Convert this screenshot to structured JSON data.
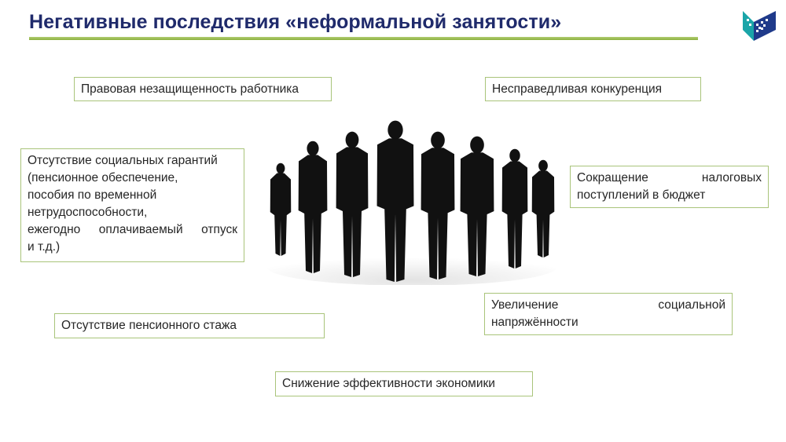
{
  "slide": {
    "title": "Негативные последствия «неформальной занятости»"
  },
  "boxes": {
    "legal_insecurity": "Правовая незащищенность работника",
    "unfair_competition": "Несправедливая конкуренция",
    "no_social_guarantees": {
      "lines": [
        "Отсутствие социальных гарантий",
        "(пенсионное обеспечение,",
        "пособия по временной",
        "нетрудоспособности,",
        "ежегодно оплачиваемый отпуск",
        "и т.д.)"
      ]
    },
    "tax_revenue": {
      "lines": [
        "Сокращение налоговых",
        "поступлений в бюджет"
      ]
    },
    "no_pension_record": "Отсутствие пенсионного стажа",
    "social_tension": {
      "lines": [
        "Увеличение социальной",
        "напряжённости"
      ]
    },
    "economy_efficiency": "Снижение эффективности экономики"
  },
  "colors": {
    "title": "#1f2a6b",
    "accent_green": "#8bb03f",
    "box_border": "#a9c47a",
    "logo_blue": "#1f3a8a",
    "logo_teal": "#1aa5a8"
  }
}
